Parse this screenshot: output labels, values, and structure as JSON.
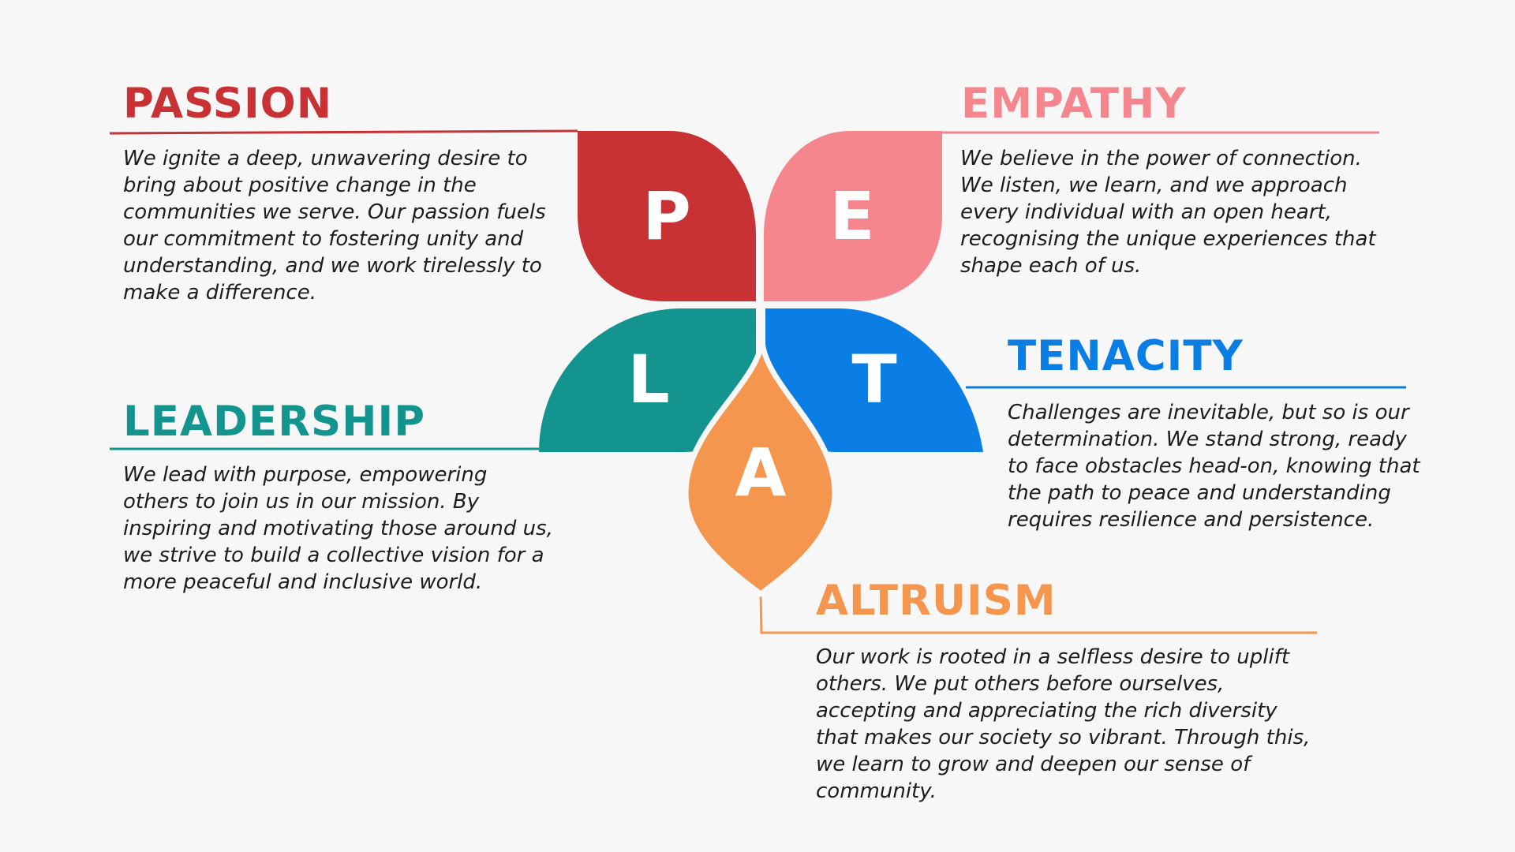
{
  "colors": {
    "background": "#f7f7f7",
    "passion": "#c93234",
    "empathy": "#f5868d",
    "leadership": "#13948f",
    "tenacity": "#0a7ee4",
    "altruism": "#f4964d"
  },
  "petals": {
    "p": "P",
    "e": "E",
    "l": "L",
    "t": "T",
    "a": "A"
  },
  "sections": {
    "passion": {
      "title": "PASSION",
      "text": "We ignite a deep, unwavering desire to bring about positive change in the communities we serve. Our passion fuels our commitment to fostering unity and understanding, and we work tirelessly to make a difference."
    },
    "empathy": {
      "title": "EMPATHY",
      "text": "We believe in the power of connection. We listen, we learn, and we approach every individual with an open heart, recognising the unique experiences that shape each of us."
    },
    "tenacity": {
      "title": "TENACITY",
      "text": "Challenges are inevitable, but so is our determination. We stand strong, ready to face obstacles head-on, knowing that the path to peace and understanding requires resilience and persistence."
    },
    "leadership": {
      "title": "LEADERSHIP",
      "text": "We lead with purpose, empowering others to join us in our mission. By inspiring and motivating those around us, we strive to build a collective vision for a more peaceful and inclusive world."
    },
    "altruism": {
      "title": "ALTRUISM",
      "text": "Our work is rooted in a selfless desire to uplift others. We put others before ourselves, accepting and appreciating the rich diversity that makes our society so vibrant. Through this, we learn to grow and deepen our sense of community."
    }
  }
}
